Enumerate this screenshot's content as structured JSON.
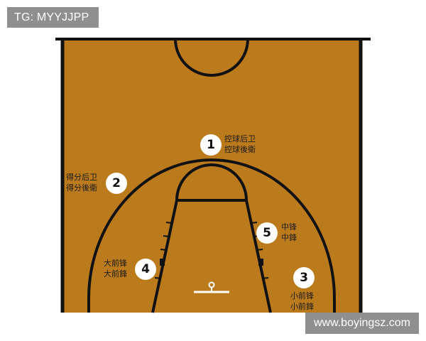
{
  "watermark_top_left": "TG: MYYJJPP",
  "watermark_bottom_right": "www.boyingsz.com",
  "colors": {
    "court": "#bb7a1c",
    "line": "#111111",
    "background": "#ffffff",
    "badge": "#8f8f8f"
  },
  "positions": [
    {
      "number": "1",
      "label_simplified": "控球后卫",
      "label_traditional": "控球後衛"
    },
    {
      "number": "2",
      "label_simplified": "得分后卫",
      "label_traditional": "得分後衛"
    },
    {
      "number": "3",
      "label_simplified": "小前锋",
      "label_traditional": "小前鋒"
    },
    {
      "number": "4",
      "label_simplified": "大前锋",
      "label_traditional": "大前鋒"
    },
    {
      "number": "5",
      "label_simplified": "中锋",
      "label_traditional": "中鋒"
    }
  ]
}
